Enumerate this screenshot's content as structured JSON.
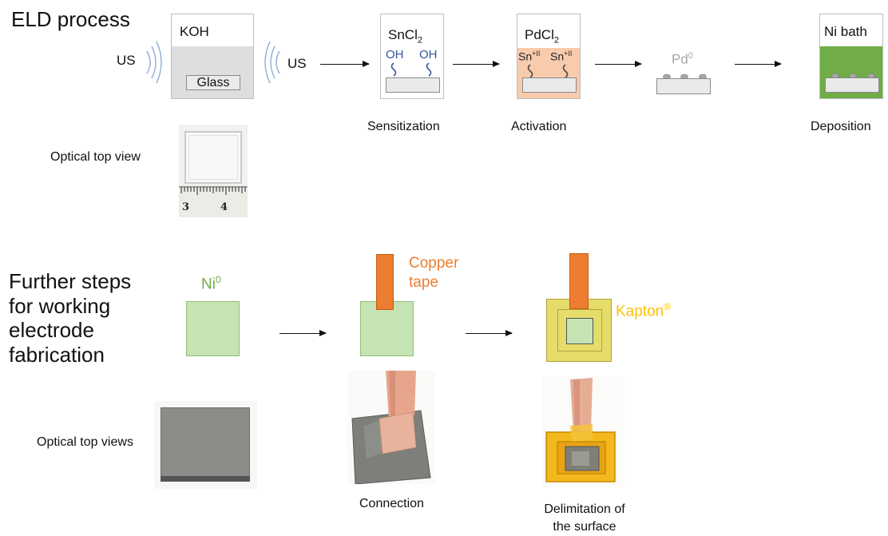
{
  "section_titles": {
    "eld": "ELD process",
    "further": [
      "Further steps",
      "for working",
      "electrode",
      "fabrication"
    ]
  },
  "eld": {
    "koh": "KOH",
    "glass": "Glass",
    "us_left": "US",
    "us_right": "US",
    "sncl2": {
      "base": "SnCl",
      "sub": "2"
    },
    "oh_left": "OH",
    "oh_right": "OH",
    "pdcl2": {
      "base": "PdCl",
      "sub": "2"
    },
    "sn_left": {
      "base": "Sn",
      "sup": "+II"
    },
    "sn_right": {
      "base": "Sn",
      "sup": "+II"
    },
    "pd0": {
      "base": "Pd",
      "sup": "0"
    },
    "ni_bath": "Ni bath",
    "steps": {
      "sensitization": "Sensitization",
      "activation": "Activation",
      "deposition": "Deposition"
    },
    "optical_top_view": "Optical top view",
    "ruler_numbers": [
      "3",
      "4"
    ]
  },
  "further": {
    "ni0": {
      "base": "Ni",
      "sup": "0"
    },
    "copper_tape": [
      "Copper",
      "tape"
    ],
    "kapton": {
      "base": "Kapton",
      "sup": "®"
    },
    "optical_top_views": "Optical top views",
    "connection": "Connection",
    "delimitation": [
      "Delimitation of",
      "the surface"
    ]
  },
  "colors": {
    "ni_green": "#c6e3b3",
    "ni_bath_green": "#70ad47",
    "copper": "#ed7d31",
    "kapton_yellow": "#ffc000",
    "pdcl2_bg": "#f8cbad",
    "koh_liquid": "#dedede",
    "oh_blue": "#2f5597",
    "pd_grey": "#a6a6a6"
  }
}
